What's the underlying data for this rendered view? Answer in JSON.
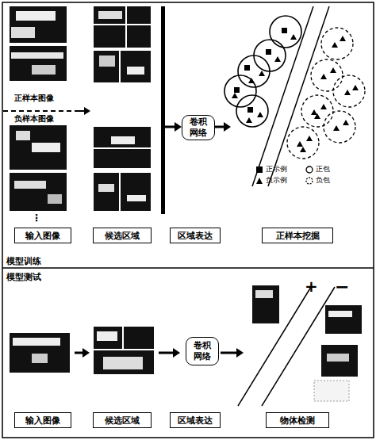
{
  "diagram": {
    "nodes": [
      {
        "text": [
          "卷积网络"
        ]
      },
      {
        "text": [
          "输入图像"
        ]
      },
      {
        "text": [
          "候选区域"
        ]
      },
      {
        "text": [
          "区域表达"
        ]
      },
      {
        "text": [
          "正样本挖掘"
        ]
      },
      {
        "text": [
          "卷积网络"
        ]
      },
      {
        "text": [
          "输入图像"
        ]
      },
      {
        "text": [
          "候选区域"
        ]
      },
      {
        "text": [
          "区域表达"
        ]
      },
      {
        "text": [
          "物体检测"
        ]
      }
    ],
    "labels": [
      "正样本图像",
      "负样本图像",
      "模型训练",
      "模型测试",
      "+",
      "−"
    ],
    "legend": [
      {
        "text": "正示例"
      },
      {
        "text": "负示例"
      },
      {
        "text": "正包"
      },
      {
        "text": "负包"
      }
    ]
  }
}
